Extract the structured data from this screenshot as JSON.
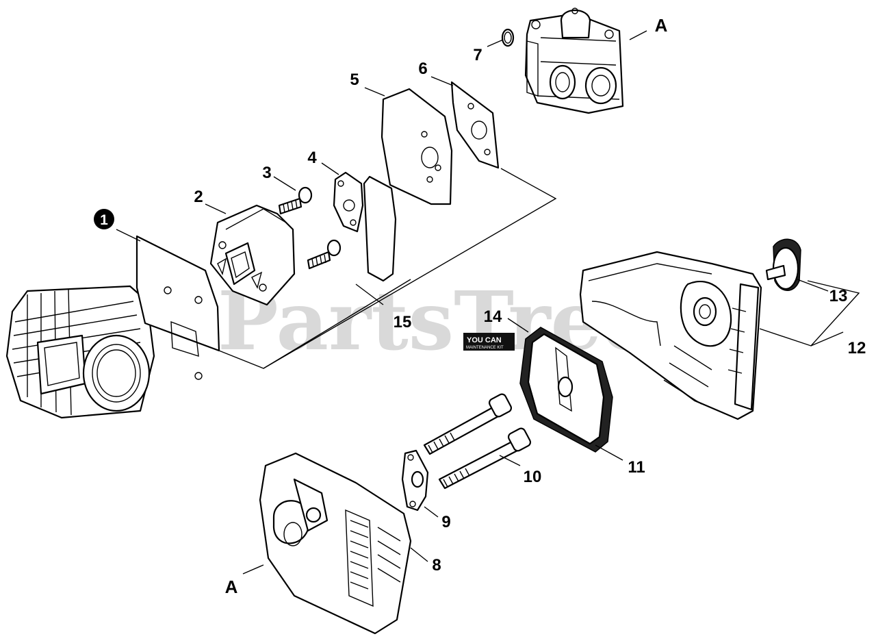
{
  "watermark": "PartsTree",
  "callouts": {
    "p1": "1",
    "p2": "2",
    "p3": "3",
    "p4": "4",
    "p5": "5",
    "p6": "6",
    "p7": "7",
    "p8": "8",
    "p9": "9",
    "p10": "10",
    "p11": "11",
    "p12": "12",
    "p13": "13",
    "p14": "14",
    "p15": "15",
    "ref_top": "A",
    "ref_bottom": "A"
  },
  "kit_badge": {
    "title": "YOU CAN",
    "subtitle": "MAINTENANCE KIT"
  }
}
